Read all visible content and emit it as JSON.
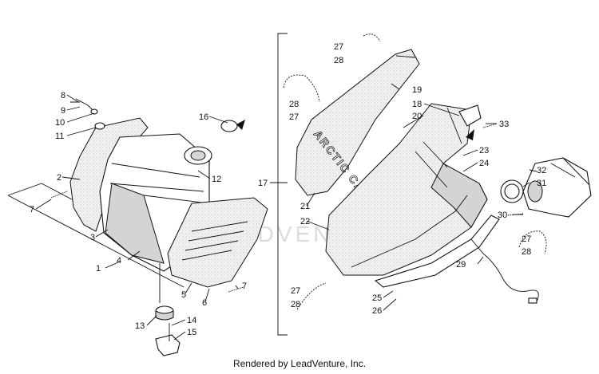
{
  "watermark": "ADVENTURE",
  "credit": "Rendered by LeadVenture, Inc.",
  "brand_text": "ARCTIC CAT",
  "callouts": {
    "c1": "1",
    "c2": "2",
    "c3": "3",
    "c4": "4",
    "c5": "5",
    "c6": "6",
    "c7a": "7",
    "c7b": "7",
    "c8": "8",
    "c9": "9",
    "c10": "10",
    "c11": "11",
    "c12": "12",
    "c13": "13",
    "c14": "14",
    "c15": "15",
    "c16": "16",
    "c17": "17",
    "c18": "18",
    "c19": "19",
    "c20": "20",
    "c21": "21",
    "c22": "22",
    "c23": "23",
    "c24": "24",
    "c25": "25",
    "c26": "26",
    "c27a": "27",
    "c28a": "28",
    "c28b": "28",
    "c27b": "27",
    "c27c": "27",
    "c28c": "28",
    "c27d": "27",
    "c28d": "28",
    "c29": "29",
    "c30": "30",
    "c31": "31",
    "c32": "32",
    "c33": "33"
  }
}
